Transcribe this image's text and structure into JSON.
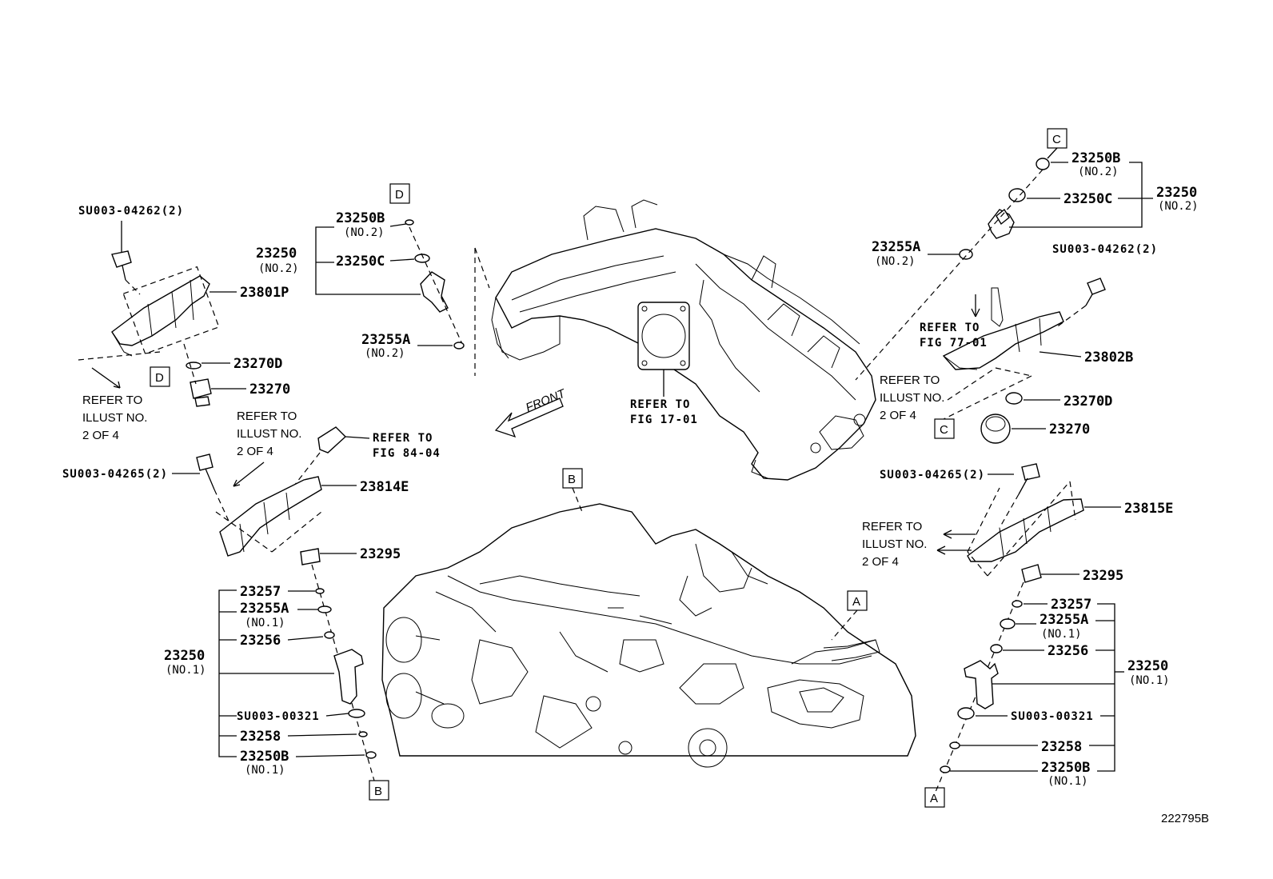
{
  "diagram_code": "222795B",
  "front_label": "FRONT",
  "box_labels": {
    "a": "A",
    "b": "B",
    "c": "C",
    "d": "D"
  },
  "left_rail": {
    "bolt": "SU003-04262(2)",
    "rail": "23801P",
    "oring": "23270D",
    "plug": "23270",
    "refer": [
      "REFER TO",
      "ILLUST NO.",
      "2 OF 4"
    ]
  },
  "upper_injector": {
    "assembly": "23250",
    "assembly_sub": "(NO.2)",
    "cap": "23250B",
    "cap_sub": "(NO.2)",
    "seal": "23250C",
    "cushion": "23255A",
    "cushion_sub": "(NO.2)"
  },
  "manifold_refer": [
    "REFER TO",
    "FIG 17-01"
  ],
  "sensor_refer": [
    "REFER TO",
    "FIG 84-04"
  ],
  "lower_left": {
    "refer": [
      "REFER TO",
      "ILLUST NO.",
      "2 OF 4"
    ],
    "bolt": "SU003-04265(2)",
    "rail": "23814E",
    "clip": "23295",
    "assembly": "23250",
    "assembly_sub": "(NO.1)",
    "p1": "23257",
    "p2": "23255A",
    "p2_sub": "(NO.1)",
    "p3": "23256",
    "p4": "SU003-00321",
    "p5": "23258",
    "p6": "23250B",
    "p6_sub": "(NO.1)"
  },
  "right_upper": {
    "cap": "23250B",
    "cap_sub": "(NO.2)",
    "seal": "23250C",
    "assembly": "23250",
    "assembly_sub": "(NO.2)",
    "cushion": "23255A",
    "cushion_sub": "(NO.2)",
    "bolt": "SU003-04262(2)",
    "refer_fig": [
      "REFER TO",
      "FIG 77-01"
    ],
    "rail": "23802B",
    "refer": [
      "REFER TO",
      "ILLUST NO.",
      "2 OF 4"
    ],
    "oring": "23270D",
    "plug": "23270"
  },
  "right_lower": {
    "bolt": "SU003-04265(2)",
    "rail": "23815E",
    "refer": [
      "REFER TO",
      "ILLUST NO.",
      "2 OF 4"
    ],
    "clip": "23295",
    "p1": "23257",
    "p2": "23255A",
    "p2_sub": "(NO.1)",
    "p3": "23256",
    "assembly": "23250",
    "assembly_sub": "(NO.1)",
    "p4": "SU003-00321",
    "p5": "23258",
    "p6": "23250B",
    "p6_sub": "(NO.1)"
  }
}
